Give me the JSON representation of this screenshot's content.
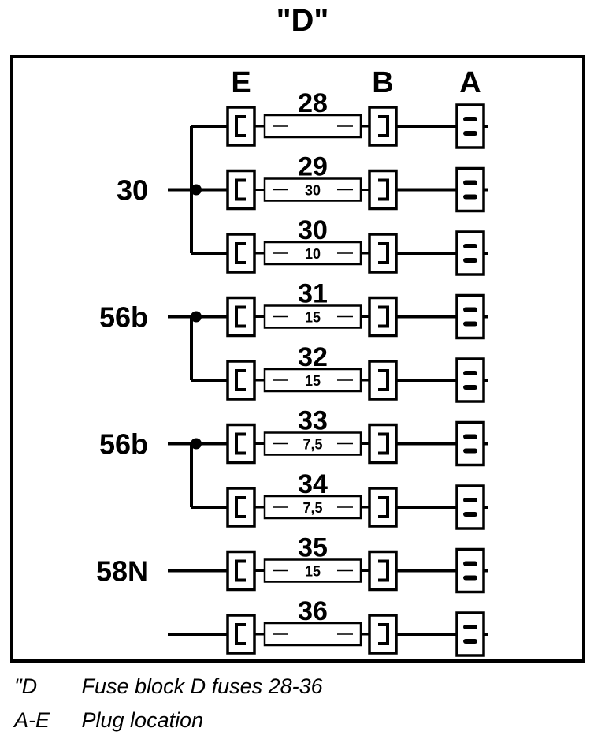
{
  "title": "\"D\"",
  "columns": {
    "e": "E",
    "b": "B",
    "a": "A"
  },
  "fuses": [
    {
      "number": "28",
      "rating": ""
    },
    {
      "number": "29",
      "rating": "30"
    },
    {
      "number": "30",
      "rating": "10"
    },
    {
      "number": "31",
      "rating": "15"
    },
    {
      "number": "32",
      "rating": "15"
    },
    {
      "number": "33",
      "rating": "7,5"
    },
    {
      "number": "34",
      "rating": "7,5"
    },
    {
      "number": "35",
      "rating": "15"
    },
    {
      "number": "36",
      "rating": ""
    }
  ],
  "supplies": [
    {
      "label": "30",
      "fuses": [
        "28",
        "29",
        "30"
      ]
    },
    {
      "label": "56b",
      "fuses": [
        "31",
        "32"
      ]
    },
    {
      "label": "56b",
      "fuses": [
        "33",
        "34"
      ]
    },
    {
      "label": "58N",
      "fuses": [
        "35"
      ]
    },
    {
      "label": "",
      "fuses": [
        "36"
      ]
    }
  ],
  "legend": [
    {
      "key": "\"D",
      "text": "Fuse block D fuses 28-36"
    },
    {
      "key": "A-E",
      "text": "Plug location"
    }
  ]
}
